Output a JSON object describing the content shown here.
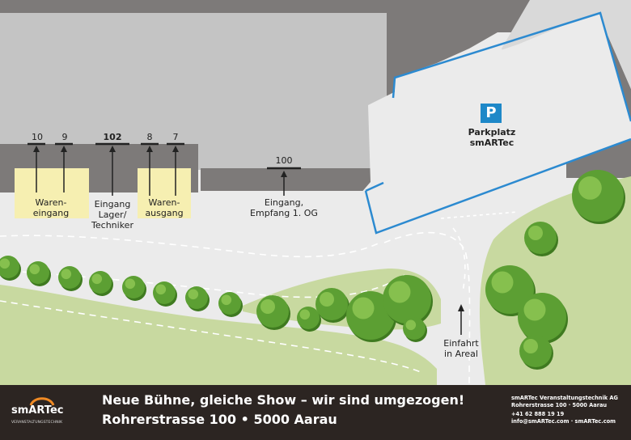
{
  "doors": [
    {
      "label": "10",
      "bold": false
    },
    {
      "label": "9",
      "bold": false
    },
    {
      "label": "102",
      "bold": true
    },
    {
      "label": "8",
      "bold": false
    },
    {
      "label": "7",
      "bold": false
    },
    {
      "label": "100",
      "bold": false
    }
  ],
  "entrances": {
    "wareneingang": "Waren-\neingang",
    "lager": "Eingang\nLager/\nTechniker",
    "warenausgang": "Waren-\nausgang",
    "empfang": "Eingang,\nEmpfang 1. OG",
    "einfahrt": "Einfahrt\nin Areal"
  },
  "parking": {
    "icon": "P",
    "label": "Parkplatz\nsmARTec"
  },
  "colors": {
    "building_light": "#c4c4c4",
    "building_dark": "#7d7a79",
    "zone_yellow": "#f6efb1",
    "parking_outline": "#2c8ad0",
    "lawn": "#c8d9a0",
    "footer": "#2c2522",
    "tree": "#5c9f33"
  },
  "footer": {
    "logo_prefix": "sm",
    "logo_art": "ART",
    "logo_suffix": "ec",
    "logo_sub": "VERANSTALTUNGSTECHNIK",
    "headline": "Neue Bühne, gleiche Show – wir sind umgezogen!",
    "address_street": "Rohrerstrasse 100",
    "address_city": "5000 Aarau",
    "company": "smARTec Veranstaltungstechnik AG",
    "company_address": "Rohrerstrasse 100 · 5000 Aarau",
    "phone": "+41 62 888 19 19",
    "contact_line": "info@smARTec.com · smARTec.com"
  }
}
